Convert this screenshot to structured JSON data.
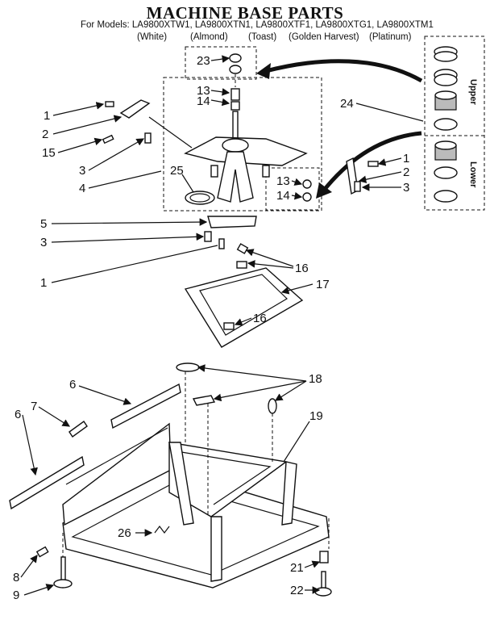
{
  "header": {
    "title": "MACHINE BASE PARTS",
    "models": "For Models: LA9800XTW1, LA9800XTN1, LA9800XTF1, LA9800XTG1, LA9800XTM1",
    "variants": [
      "(White)",
      "(Almond)",
      "(Toast)",
      "(Golden Harvest)",
      "(Platinum)"
    ]
  },
  "inset": {
    "upper_label": "Upper",
    "lower_label": "Lower"
  },
  "callouts": {
    "n23": "23",
    "n13a": "13",
    "n14a": "14",
    "n13b": "13",
    "n14b": "14",
    "n1a": "1",
    "n2a": "2",
    "n15": "15",
    "n3a": "3",
    "n4": "4",
    "n25": "25",
    "n24": "24",
    "n1b": "1",
    "n2b": "2",
    "n3b": "3",
    "n5": "5",
    "n3c": "3",
    "n1c": "1",
    "n16a": "16",
    "n17": "17",
    "n16b": "16",
    "n6a": "6",
    "n18": "18",
    "n7": "7",
    "n6b": "6",
    "n19": "19",
    "n26": "26",
    "n8": "8",
    "n9": "9",
    "n21": "21",
    "n22": "22"
  }
}
